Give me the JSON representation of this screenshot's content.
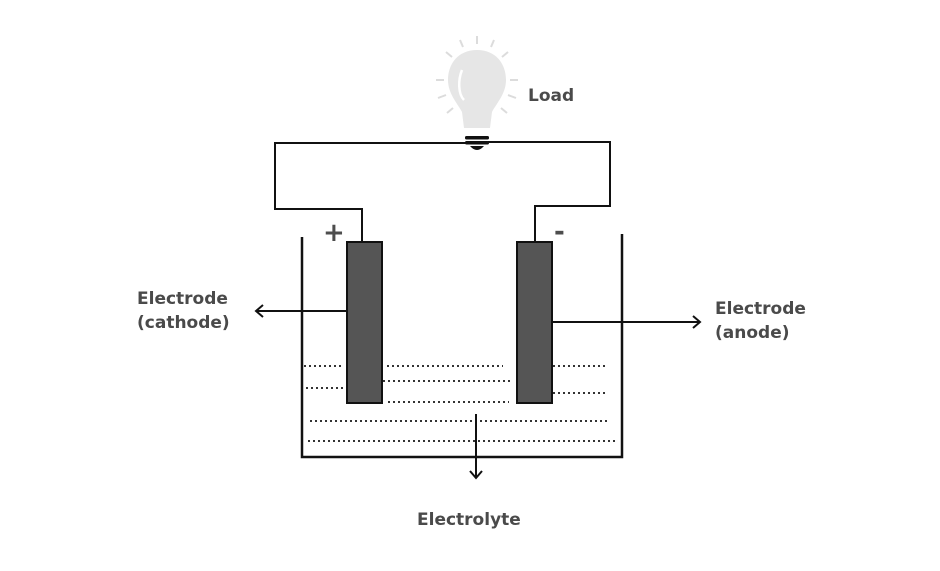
{
  "diagram": {
    "title": "Electrochemical cell",
    "labels": {
      "load": "Load",
      "cathode_line1": "Electrode",
      "cathode_line2": "(cathode)",
      "anode_line1": "Electrode",
      "anode_line2": "(anode)",
      "electrolyte": "Electrolyte",
      "positive_sign": "+",
      "negative_sign": "-"
    },
    "colors": {
      "electrode_fill": "#555555",
      "bulb_fill": "#e6e6e6",
      "label_text": "#4a4a4a",
      "wire": "#111111"
    },
    "icons": {
      "load": "light-bulb-icon"
    }
  }
}
